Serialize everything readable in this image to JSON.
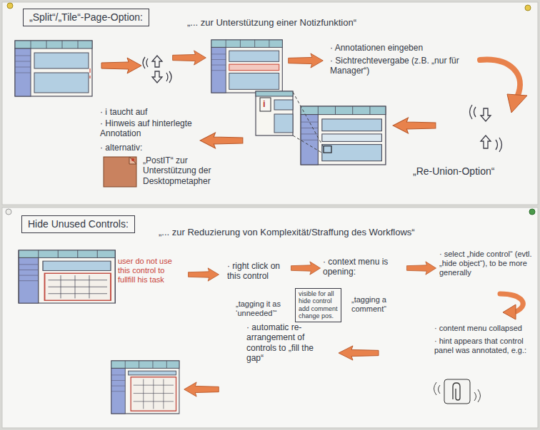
{
  "diagram": {
    "nodes": [
      {
        "text": [
          "„Split“/„Tile“-Page-Option:"
        ]
      },
      {
        "text": [
          "Hide Unused Controls:"
        ]
      },
      {
        "text": [
          "visible for all",
          "hide control",
          "add comment",
          "change pos."
        ]
      }
    ],
    "labels": [
      "„... zur Unterstützung einer Notizfunktion“",
      "· Annotationen eingeben",
      "· Sichtrechtevergabe (z.B. „nur für Manager“)",
      "„Re-Union-Option“",
      "· ℹ taucht auf",
      "· Hinweis auf hinterlegte Annotation",
      "· alternativ:",
      "„PostIT“ zur Unterstützung der Desktopmetapher",
      "„... zur Reduzierung von Komplexität/Straffung des Workflows“",
      "user do not use this control to fullfill his task",
      "· right click on this control",
      "· context menu is opening:",
      "„tagging it as ‘unneeded’“",
      "„tagging a comment“",
      "· select „hide control“ (evtl. „hide object“), to be more generally",
      "· content menu collapsed",
      "· hint appears that control panel was annotated, e.g.:",
      "· automatic re-arrangement of controls to „fill the gap“",
      "i"
    ]
  }
}
